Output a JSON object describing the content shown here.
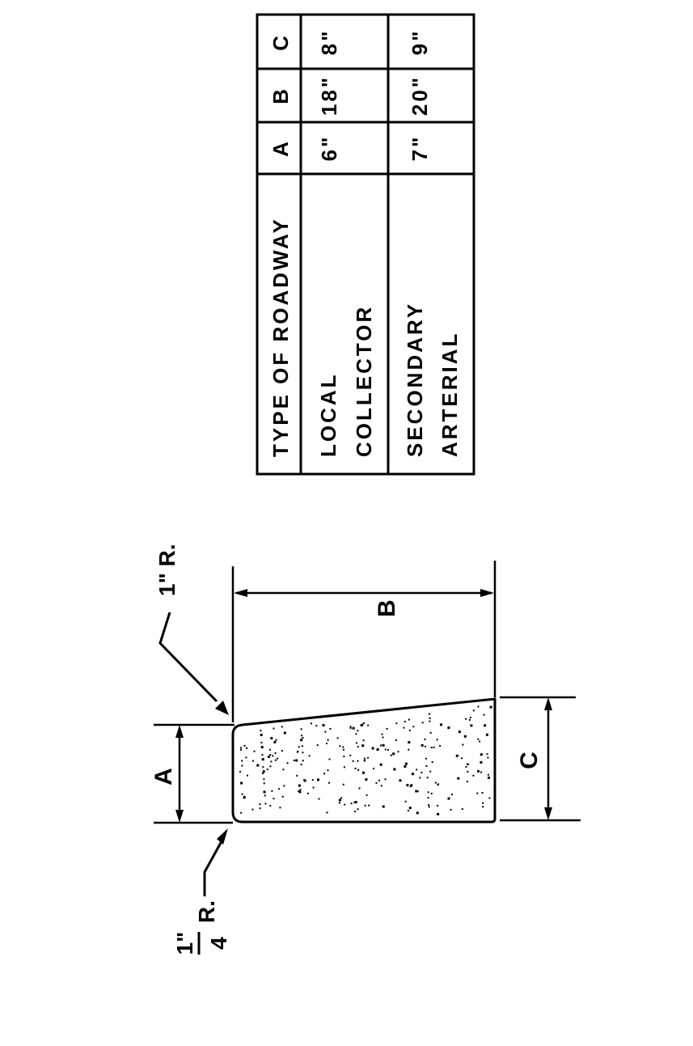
{
  "table": {
    "header": {
      "type": "TYPE OF ROADWAY",
      "a": "A",
      "b": "B",
      "c": "C"
    },
    "rows": [
      {
        "type_line1": "LOCAL",
        "type_line2": "COLLECTOR",
        "a": "6\"",
        "b": "18\"",
        "c": "8\""
      },
      {
        "type_line1": "SECONDARY",
        "type_line2": "ARTERIAL",
        "a": "7\"",
        "b": "20\"",
        "c": "9\""
      }
    ]
  },
  "drawing": {
    "dim_a": "A",
    "dim_b": "B",
    "dim_c": "C",
    "radius_top": "1\" R.",
    "radius_bottom_num": "1\"",
    "radius_bottom_den": "4",
    "radius_bottom_unit": "R."
  }
}
